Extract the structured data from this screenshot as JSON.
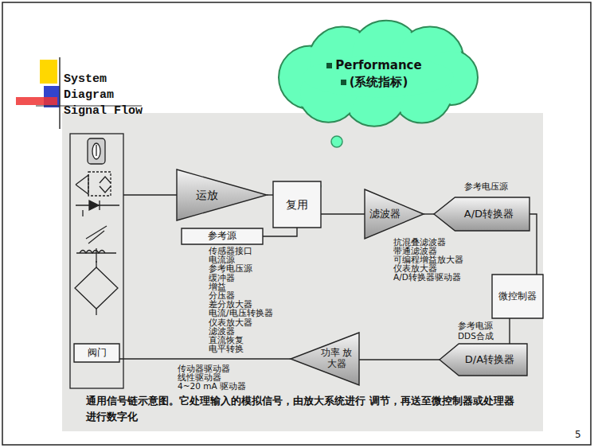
{
  "diagram": {
    "title": "System Diagram Signal Flow",
    "caption": "通用信号链示意图。它处理输入的模拟信号，由放大系统进行 调节，再送至微控制器或处理器进行数字化",
    "nodes": [
      {
        "text": [
          "Performance",
          "(系统指标)"
        ]
      },
      {
        "text": [
          "运放"
        ]
      },
      {
        "text": [
          "复用"
        ]
      },
      {
        "text": [
          "参考源"
        ]
      },
      {
        "text": [
          "滤波器"
        ]
      },
      {
        "text": [
          "A/D转换器"
        ]
      },
      {
        "text": [
          "微控制器"
        ]
      },
      {
        "text": [
          "D/A转换器"
        ]
      },
      {
        "text": [
          "功率 放大器"
        ]
      },
      {
        "text": [
          "阀门"
        ]
      }
    ],
    "edges": [
      {
        "from": 1,
        "to": 2,
        "arrow": "none"
      },
      {
        "from": 3,
        "to": 2,
        "arrow": "none"
      },
      {
        "from": 2,
        "to": 4,
        "arrow": "none"
      },
      {
        "from": 4,
        "to": 5,
        "arrow": "none"
      },
      {
        "from": 5,
        "to": 6,
        "arrow": "none"
      },
      {
        "from": 6,
        "to": 7,
        "arrow": "none"
      },
      {
        "from": 7,
        "to": 8,
        "arrow": "none"
      },
      {
        "from": 8,
        "to": 9,
        "arrow": "none"
      }
    ],
    "labels": [
      "参考电压源",
      "抗混叠滤波器",
      "带通滤波器",
      "可编程增益放大器",
      "仪表放大器",
      "A/D转换器驱动器",
      "传感器接口",
      "电流源",
      "参考电压源",
      "缓冲器",
      "增益",
      "分压器",
      "差分放大器",
      "电流/电压转换器",
      "仪表放大器",
      "滤波器",
      "直流恢复",
      "电平转换",
      "参考电源",
      "DDS合成",
      "传动器驱动器",
      "线性驱动器",
      "4~20 mA 驱动器",
      "5"
    ]
  }
}
